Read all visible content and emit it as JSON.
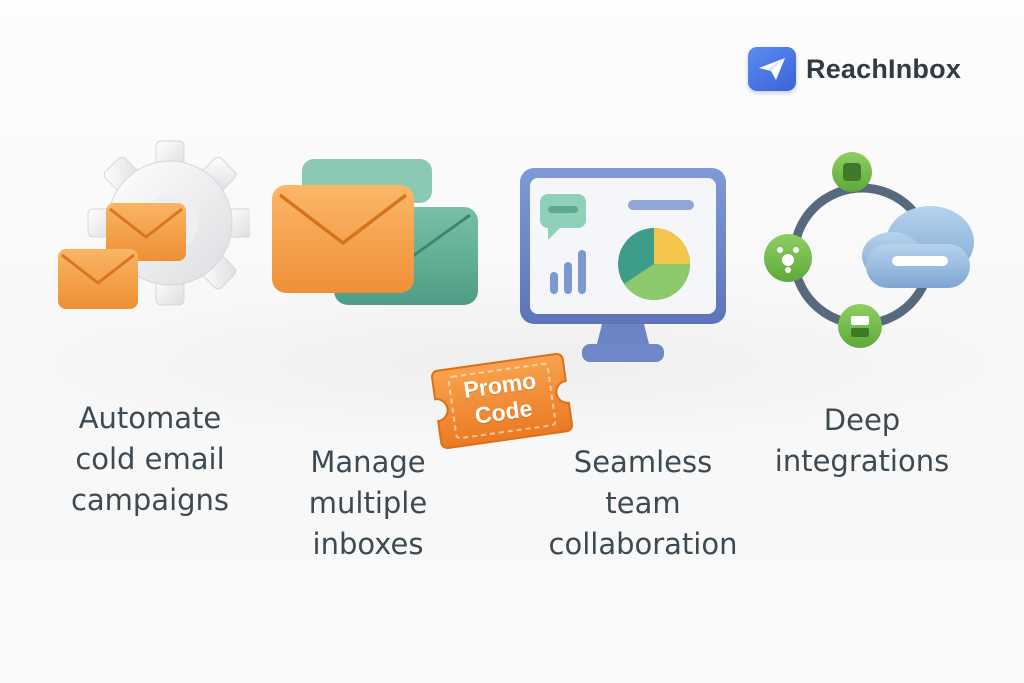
{
  "brand": {
    "name": "ReachInbox",
    "accent": "#4a78e6",
    "icon": "paper-plane-icon"
  },
  "promo": {
    "line1": "Promo",
    "line2": "Code",
    "color": "#f08a2c",
    "icon": "ticket-icon"
  },
  "features": [
    {
      "icon": "gear-with-envelopes-icon",
      "lines": [
        "Automate",
        "cold email",
        "campaigns"
      ]
    },
    {
      "icon": "stacked-envelopes-icon",
      "lines": [
        "Manage",
        "multiple",
        "inboxes"
      ]
    },
    {
      "icon": "dashboard-monitor-icon",
      "lines": [
        "Seamless",
        "team",
        "collaboration"
      ]
    },
    {
      "icon": "cloud-integration-icon",
      "lines": [
        "Deep",
        "integrations"
      ]
    }
  ],
  "colors": {
    "orange": "#f5a04a",
    "teal": "#5fae95",
    "blue": "#6b86c4",
    "green": "#7cbf52",
    "text": "#3e4a52"
  }
}
